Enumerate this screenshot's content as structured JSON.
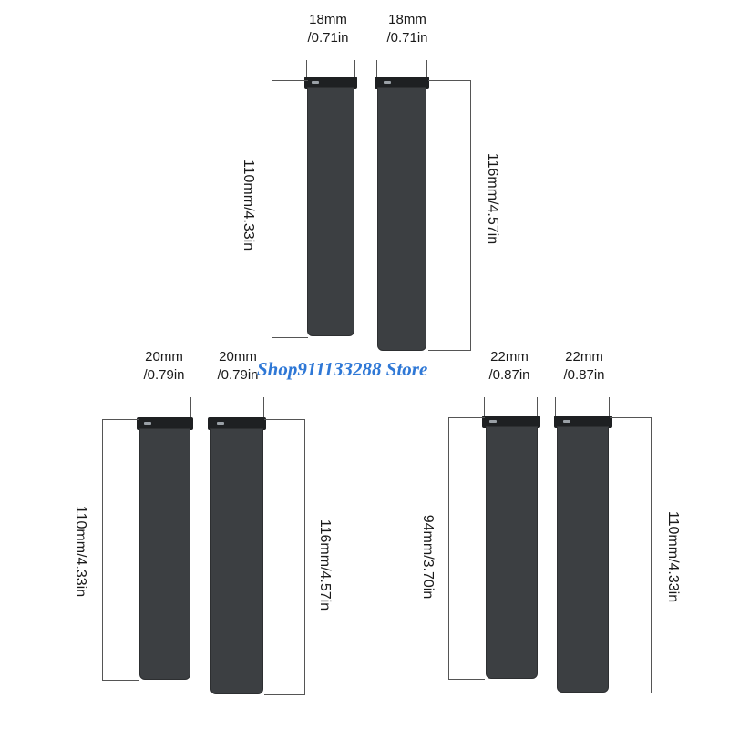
{
  "watermark": "Shop911133288 Store",
  "colors": {
    "strap": "#3c3f42",
    "buckle": "#1e2022",
    "watermark": "#2f78d6",
    "lines": "#555555"
  },
  "groups": [
    {
      "name": "18mm",
      "left_strap": {
        "width_mm": "18mm",
        "width_in": "/0.71in",
        "length": "110mm/4.33in"
      },
      "right_strap": {
        "width_mm": "18mm",
        "width_in": "/0.71in",
        "length": "116mm/4.57in"
      }
    },
    {
      "name": "20mm",
      "left_strap": {
        "width_mm": "20mm",
        "width_in": "/0.79in",
        "length": "110mm/4.33in"
      },
      "right_strap": {
        "width_mm": "20mm",
        "width_in": "/0.79in",
        "length": "116mm/4.57in"
      }
    },
    {
      "name": "22mm",
      "left_strap": {
        "width_mm": "22mm",
        "width_in": "/0.87in",
        "length": "94mm/3.70in"
      },
      "right_strap": {
        "width_mm": "22mm",
        "width_in": "/0.87in",
        "length": "110mm/4.33in"
      }
    }
  ]
}
